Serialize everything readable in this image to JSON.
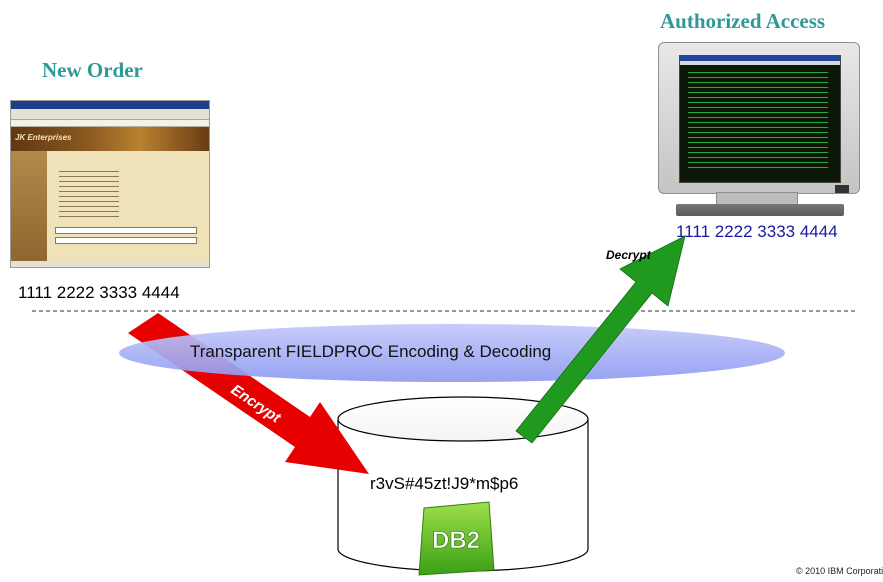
{
  "new_order": {
    "title": "New Order",
    "card_number": "1111 2222 3333 4444",
    "browser_header": "JK Enterprises"
  },
  "authorized_access": {
    "title": "Authorized Access",
    "card_number": "1111 2222 3333 4444"
  },
  "ellipse_label": "Transparent FIELDPROC Encoding & Decoding",
  "encrypt_label": "Encrypt",
  "decrypt_label": "Decrypt",
  "db": {
    "cipher_text": "r3vS#45zt!J9*m$p6",
    "logo_text": "DB2"
  },
  "copyright": "© 2010 IBM Corporati",
  "colors": {
    "title": "#2e9a96",
    "auth_number": "#1a1aa0",
    "ellipse": "#9aa6f2",
    "encrypt_arrow": "#e60000",
    "decrypt_arrow": "#1f9a1f",
    "db2_logo": "#5fc21a"
  }
}
